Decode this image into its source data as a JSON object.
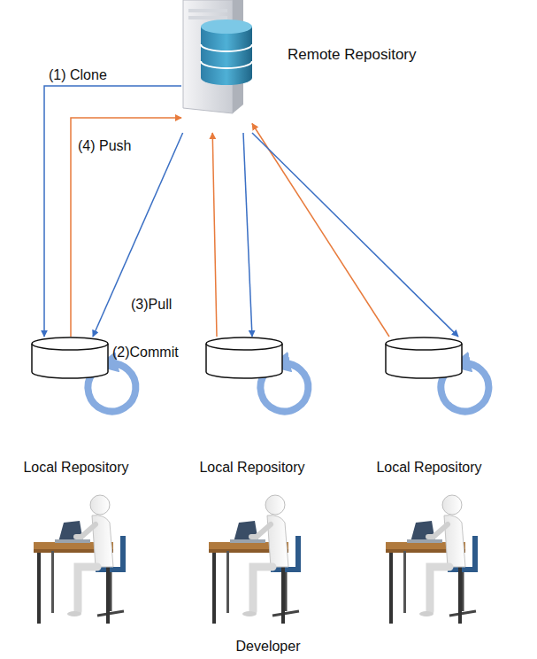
{
  "diagram": {
    "nodes": [
      {
        "text": [
          "Remote Repository"
        ]
      },
      {
        "text": [
          "Local Repository"
        ]
      },
      {
        "text": [
          "Local Repository"
        ]
      },
      {
        "text": [
          "Local Repository"
        ]
      }
    ],
    "edges": [
      {
        "from": 0,
        "to": 1,
        "arrow": "to",
        "label": "(1) Clone"
      },
      {
        "from": 1,
        "to": 0,
        "arrow": "to",
        "label": "(4) Push"
      },
      {
        "from": 0,
        "to": 1,
        "arrow": "to",
        "label": "(3)Pull"
      },
      {
        "from": 2,
        "to": 0,
        "arrow": "to"
      },
      {
        "from": 0,
        "to": 2,
        "arrow": "to"
      },
      {
        "from": 3,
        "to": 0,
        "arrow": "to"
      },
      {
        "from": 0,
        "to": 3,
        "arrow": "to"
      }
    ],
    "labels": [
      "(2)Commit",
      "Developer"
    ]
  }
}
